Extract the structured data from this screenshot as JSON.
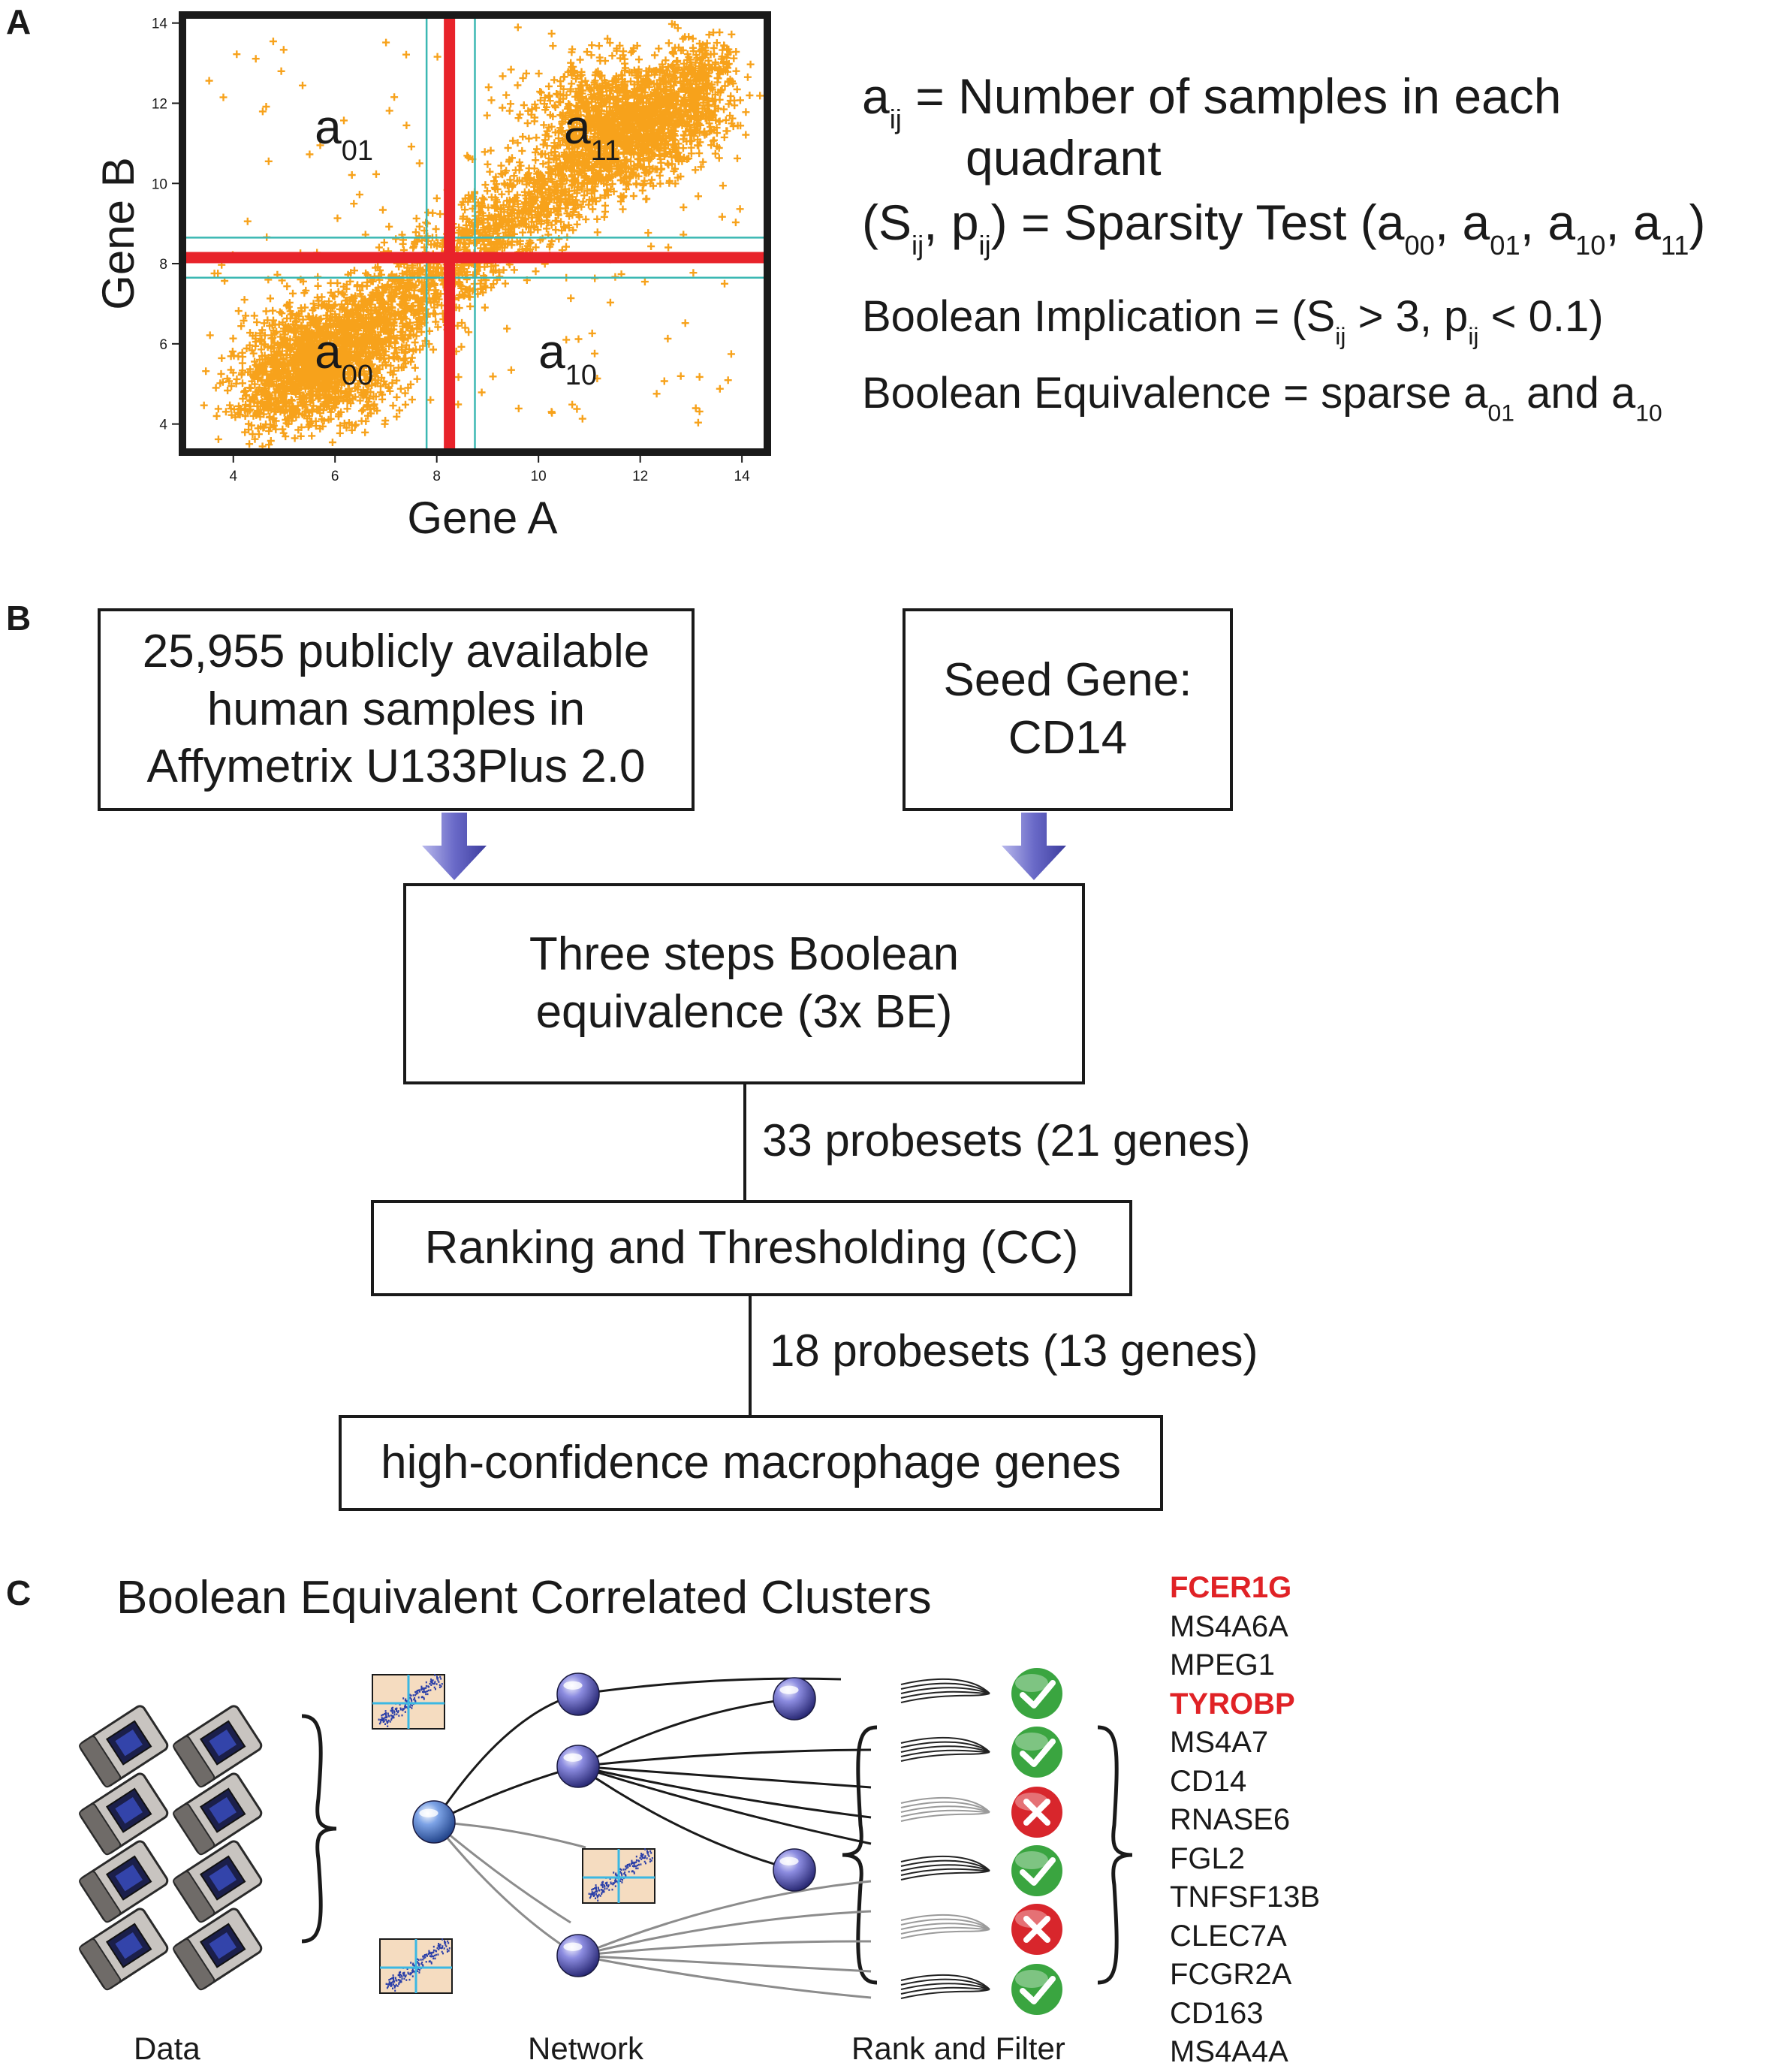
{
  "panel_a": {
    "letter": "A",
    "chart_data": {
      "type": "scatter",
      "xlabel": "Gene A",
      "ylabel": "Gene B",
      "xlim": [
        3,
        14.5
      ],
      "ylim": [
        3.3,
        14.2
      ],
      "x_ticks": [
        4,
        6,
        8,
        10,
        12,
        14
      ],
      "y_ticks": [
        4,
        6,
        8,
        10,
        12,
        14
      ],
      "threshold_x": 8.25,
      "threshold_x_band": [
        7.8,
        8.75
      ],
      "threshold_y": 8.15,
      "threshold_y_band": [
        7.65,
        8.65
      ],
      "point_color": "#f7a21b",
      "threshold_color": "#e8232a",
      "band_color": "#3bb8b3",
      "quadrants": [
        {
          "base": "a",
          "sub": "01",
          "x": 5.6,
          "y": 11.0
        },
        {
          "base": "a",
          "sub": "11",
          "x": 10.5,
          "y": 11.0
        },
        {
          "base": "a",
          "sub": "00",
          "x": 5.6,
          "y": 5.4
        },
        {
          "base": "a",
          "sub": "10",
          "x": 10.0,
          "y": 5.4
        }
      ]
    },
    "eq1_a": "a",
    "eq1_sub": "ij",
    "eq1_rest": " = Number of samples in each",
    "eq1_line2": "quadrant",
    "eq2_p1": "(S",
    "eq2_sub1": "ij",
    "eq2_p2": ", p",
    "eq2_sub2": "ij",
    "eq2_p3": ") = Sparsity Test (a",
    "eq2_sub3": "00",
    "eq2_p4": ", a",
    "eq2_sub4": "01",
    "eq2_p5": ", a",
    "eq2_sub5": "10",
    "eq2_p6": ", a",
    "eq2_sub6": "11",
    "eq2_p7": ")",
    "eq3_p1": "Boolean Implication =  (S",
    "eq3_sub1": "ij",
    "eq3_p2": " > 3, p",
    "eq3_sub2": "ij",
    "eq3_p3": " < 0.1)",
    "eq4_p1": "Boolean Equivalence = sparse a",
    "eq4_sub1": "01",
    "eq4_p2": " and a",
    "eq4_sub2": "10"
  },
  "panel_b": {
    "letter": "B",
    "box_samples": "25,955 publicly available\nhuman samples in\nAffymetrix U133Plus 2.0",
    "box_seed": "Seed Gene:\nCD14",
    "box_be": "Three steps Boolean\nequivalence (3x BE)",
    "label_33": "33 probesets (21 genes)",
    "box_rank": "Ranking and Thresholding (CC)",
    "label_18": "18 probesets (13 genes)",
    "box_final": "high-confidence macrophage genes",
    "arrow_color": "#6e6ec4"
  },
  "panel_c": {
    "letter": "C",
    "title": "Boolean Equivalent Correlated Clusters",
    "caption_data": "Data",
    "caption_network": "Network",
    "caption_rank": "Rank and Filter",
    "checks": [
      "pass",
      "pass",
      "fail",
      "pass",
      "fail",
      "pass"
    ],
    "pass_color": "#3aa540",
    "fail_color": "#d8262c",
    "highlight_color": "#e02226",
    "genes": [
      {
        "name": "FCER1G",
        "highlight": true
      },
      {
        "name": "MS4A6A",
        "highlight": false
      },
      {
        "name": "MPEG1",
        "highlight": false
      },
      {
        "name": "TYROBP",
        "highlight": true
      },
      {
        "name": "MS4A7",
        "highlight": false
      },
      {
        "name": "CD14",
        "highlight": false
      },
      {
        "name": "RNASE6",
        "highlight": false
      },
      {
        "name": "FGL2",
        "highlight": false
      },
      {
        "name": "TNFSF13B",
        "highlight": false
      },
      {
        "name": "CLEC7A",
        "highlight": false
      },
      {
        "name": "FCGR2A",
        "highlight": false
      },
      {
        "name": "CD163",
        "highlight": false
      },
      {
        "name": "MS4A4A",
        "highlight": false
      }
    ]
  }
}
